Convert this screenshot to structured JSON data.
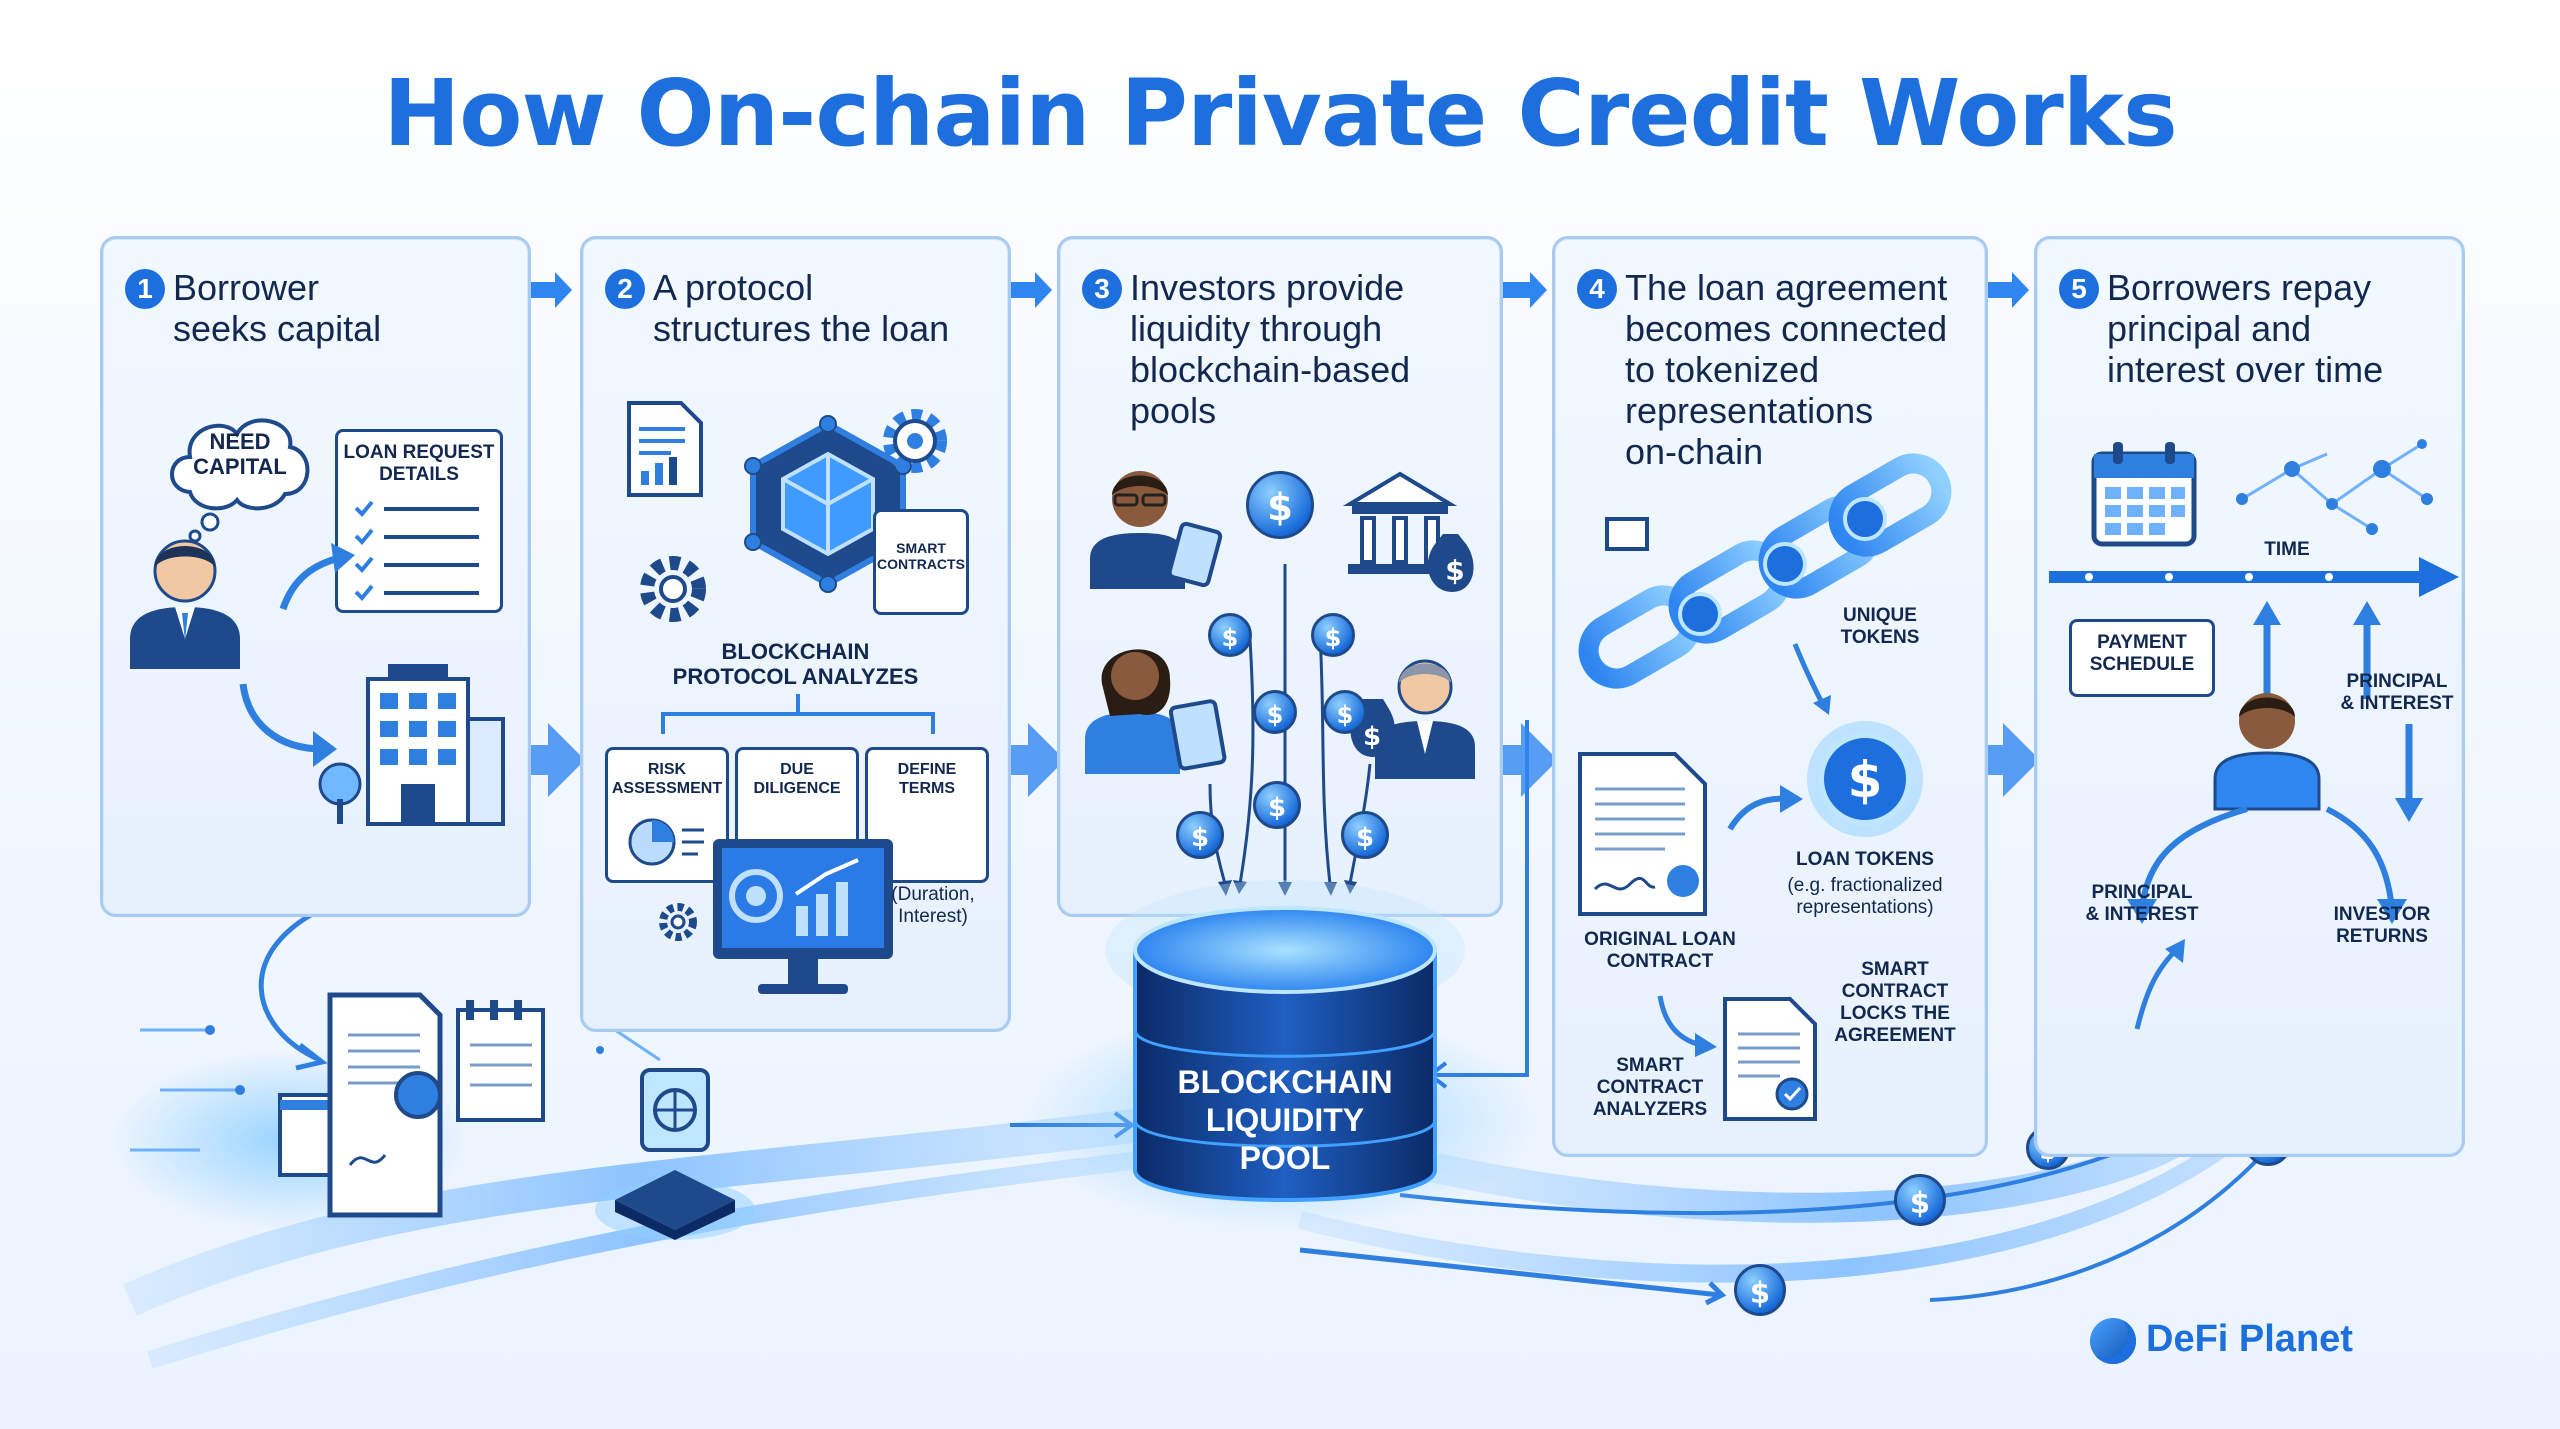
{
  "title": "How On-chain Private Credit Works",
  "colors": {
    "accent": "#1c6fdc",
    "ink": "#12284f",
    "panel": "#eaf3fd",
    "glow": "#3fa0ff"
  },
  "steps": [
    {
      "number": "1",
      "heading": "Borrower\nseeks capital"
    },
    {
      "number": "2",
      "heading": "A protocol\nstructures the loan"
    },
    {
      "number": "3",
      "heading": "Investors provide\nliquidity through\nblockchain-based\npools"
    },
    {
      "number": "4",
      "heading": "The loan agreement\nbecomes connected\nto tokenized\nrepresentations\non-chain"
    },
    {
      "number": "5",
      "heading": "Borrowers repay\nprincipal and\ninterest over time"
    }
  ],
  "step1": {
    "thought": "NEED\nCAPITAL",
    "form_title": "LOAN REQUEST\nDETAILS"
  },
  "step2": {
    "smart_contracts": "SMART\nCONTRACTS",
    "protocol": "BLOCKCHAIN\nPROTOCOL ANALYZES",
    "risk": "RISK\nASSESSMENT",
    "due": "DUE\nDILIGENCE",
    "terms": "DEFINE\nTERMS",
    "terms_note": "(Duration,\nInterest)"
  },
  "step3": {
    "pool": "BLOCKCHAIN\nLIQUIDITY\nPOOL",
    "coin_symbol": "$"
  },
  "step4": {
    "unique_tokens": "UNIQUE\nTOKENS",
    "loan_tokens": "LOAN TOKENS",
    "loan_tokens_note": "(e.g. fractionalized\nrepresentations)",
    "original": "ORIGINAL LOAN\nCONTRACT",
    "locks": "SMART\nCONTRACT\nLOCKS THE\nAGREEMENT",
    "analyzers": "SMART\nCONTRACT\nANALYZERS"
  },
  "step5": {
    "time": "TIME",
    "payment": "PAYMENT\nSCHEDULE",
    "principal_right": "PRINCIPAL\n& INTEREST",
    "principal_left": "PRINCIPAL\n& INTEREST",
    "returns": "INVESTOR\nRETURNS"
  },
  "brand": "DeFi Planet"
}
